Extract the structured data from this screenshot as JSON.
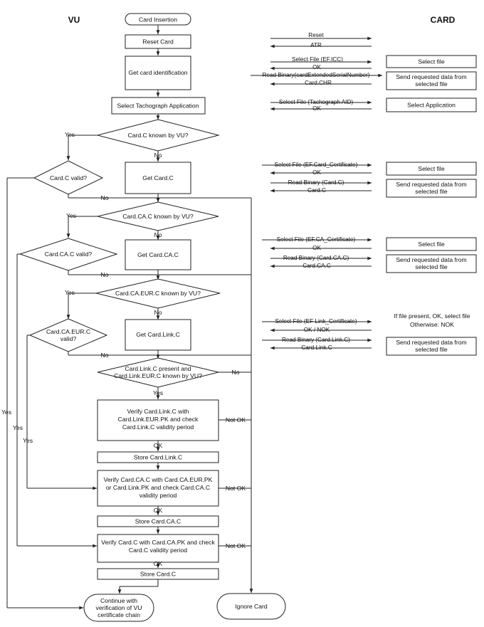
{
  "headers": {
    "vu": "VU",
    "card": "CARD"
  },
  "vu": {
    "start": "Card Insertion",
    "reset": "Reset Card",
    "get_id": "Get card identification",
    "select_app": "Select Tachograph Application",
    "q_cardc_known": "Card.C known by VU?",
    "get_cardc": "Get Card.C",
    "q_cardc_valid": "Card.C valid?",
    "q_cardca_known": "Card.CA.C known by VU?",
    "get_cardca": "Get Card.CA.C",
    "q_cardca_valid": "Card.CA.C valid?",
    "q_cardcaeur_known": "Card.CA.EUR.C known by VU?",
    "get_link": "Get Card.Link.C",
    "q_cardcaeur_valid_1": "Card.CA.EUR.C",
    "q_cardcaeur_valid_2": "valid?",
    "q_link_1": "Card.Link.C present and",
    "q_link_2": "Card.Link.EUR.C known by VU?",
    "verify_link_1": "Verify Card.Link.C with",
    "verify_link_2": "Card.Link.EUR.PK and check",
    "verify_link_3": "Card.Link.C validity period",
    "store_link": "Store Card.Link.C",
    "verify_ca_1": "Verify Card.CA.C with Card.CA.EUR.PK",
    "verify_ca_2": "or Card.Link.PK and check Card.CA.C",
    "verify_ca_3": "validity period",
    "store_ca": "Store Card.CA.C",
    "verify_c_1": "Verify Card.C with Card.CA.PK and check",
    "verify_c_2": "Card.C validity period",
    "store_c": "Store Card.C",
    "continue_1": "Continue with",
    "continue_2": "verification of VU",
    "continue_3": "certificate chain",
    "ignore": "Ignore Card"
  },
  "labels": {
    "yes": "Yes",
    "no": "No",
    "ok": "OK",
    "not_ok": "Not OK"
  },
  "messages": {
    "reset": "Reset",
    "atr": "ATR",
    "select_icc": "Select File (EF.ICC)",
    "ok": "OK",
    "read_serial": "Read Binary(cardExtendedSerialNumber)",
    "card_chr": "Card.CHR",
    "select_tacho": "Select File (Tachograph AID)",
    "select_card_cert": "Select File (EF.Card_Certificate)",
    "read_cardc": "Read Binary (Card.C)",
    "cardc": "Card.C",
    "select_ca_cert": "Select File (EF.CA_Certificate)",
    "read_cardca": "Read Binary (Card.CA.C)",
    "cardca": "Card.CA.C",
    "select_link_cert": "Select File (EF Link_Certificate)",
    "ok_nok": "OK / NOK",
    "read_link": "Read Binary (Card.Link.C)",
    "link": "Card.Link.C"
  },
  "card": {
    "select_file": "Select file",
    "send_1": "Send requested data from",
    "send_2": "selected file",
    "select_app": "Select Application",
    "if_present_1": "If file present, OK, select file",
    "if_present_2": "Otherwise: NOK"
  }
}
